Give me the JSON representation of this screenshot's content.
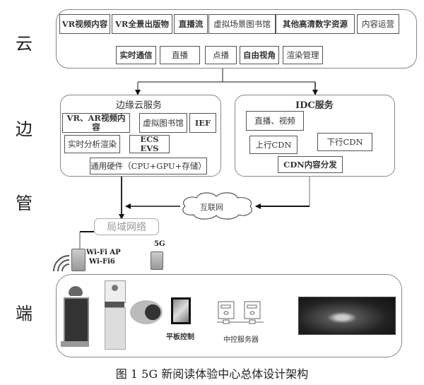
{
  "layers": {
    "cloud": "云",
    "edge": "边",
    "pipe": "管",
    "end": "端"
  },
  "cloud": {
    "row1": [
      "VR视频内容",
      "VR全景出版物",
      "直播流",
      "虚拟场景图书馆",
      "其他高清数字资源",
      "内容运营"
    ],
    "row2": [
      "实时通信",
      "直播",
      "点播",
      "自由视角",
      "渲染管理"
    ]
  },
  "edge_service": {
    "title": "边缘云服务",
    "items": [
      "VR、AR视频内容",
      "虚拟图书馆",
      "IEF",
      "实时分析渲染",
      "ECS EVS",
      "通用硬件（CPU+GPU+存储）"
    ]
  },
  "idc_service": {
    "title": "IDC服务",
    "items": [
      "直播、视频",
      "上行CDN",
      "下行CDN",
      "CDN内容分发"
    ]
  },
  "network": {
    "internet": "互联网",
    "lan": "局域网络",
    "wifi_ap": "Wi-Fi AP",
    "wifi6": "Wi-Fi6",
    "five_g": "5G"
  },
  "terminal": {
    "tablet_label": "平板控制",
    "server_label": "中控服务器"
  },
  "caption": "图 1  5G 新阅读体验中心总体设计架构"
}
